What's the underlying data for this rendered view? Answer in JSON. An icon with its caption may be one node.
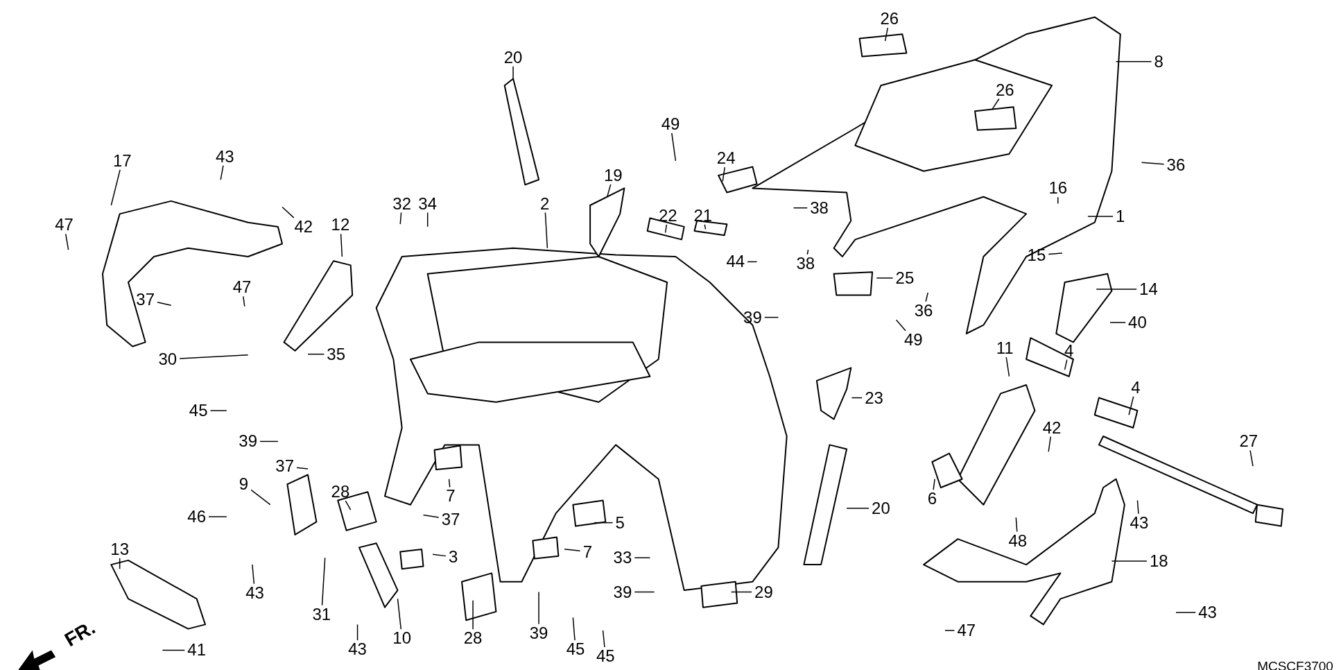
{
  "diagram": {
    "nodes": [
      {
        "text": [
          "20"
        ]
      },
      {
        "text": [
          "43"
        ]
      },
      {
        "text": [
          "17"
        ]
      },
      {
        "text": [
          "47"
        ]
      },
      {
        "text": [
          "42"
        ]
      },
      {
        "text": [
          "12"
        ]
      },
      {
        "text": [
          "32"
        ]
      },
      {
        "text": [
          "34"
        ]
      },
      {
        "text": [
          "2"
        ]
      },
      {
        "text": [
          "19"
        ]
      },
      {
        "text": [
          "49"
        ]
      },
      {
        "text": [
          "24"
        ]
      },
      {
        "text": [
          "22"
        ]
      },
      {
        "text": [
          "21"
        ]
      },
      {
        "text": [
          "26"
        ]
      },
      {
        "text": [
          "26"
        ]
      },
      {
        "text": [
          "8"
        ]
      },
      {
        "text": [
          "36"
        ]
      },
      {
        "text": [
          "16"
        ]
      },
      {
        "text": [
          "1"
        ]
      },
      {
        "text": [
          "15"
        ]
      },
      {
        "text": [
          "14"
        ]
      },
      {
        "text": [
          "40"
        ]
      },
      {
        "text": [
          "38"
        ]
      },
      {
        "text": [
          "38"
        ]
      },
      {
        "text": [
          "44"
        ]
      },
      {
        "text": [
          "25"
        ]
      },
      {
        "text": [
          "36"
        ]
      },
      {
        "text": [
          "39"
        ]
      },
      {
        "text": [
          "49"
        ]
      },
      {
        "text": [
          "11"
        ]
      },
      {
        "text": [
          "4"
        ]
      },
      {
        "text": [
          "4"
        ]
      },
      {
        "text": [
          "23"
        ]
      },
      {
        "text": [
          "27"
        ]
      },
      {
        "text": [
          "42"
        ]
      },
      {
        "text": [
          "6"
        ]
      },
      {
        "text": [
          "20"
        ]
      },
      {
        "text": [
          "43"
        ]
      },
      {
        "text": [
          "48"
        ]
      },
      {
        "text": [
          "18"
        ]
      },
      {
        "text": [
          "43"
        ]
      },
      {
        "text": [
          "47"
        ]
      },
      {
        "text": [
          "37"
        ]
      },
      {
        "text": [
          "30"
        ]
      },
      {
        "text": [
          "35"
        ]
      },
      {
        "text": [
          "45"
        ]
      },
      {
        "text": [
          "39"
        ]
      },
      {
        "text": [
          "37"
        ]
      },
      {
        "text": [
          "9"
        ]
      },
      {
        "text": [
          "28"
        ]
      },
      {
        "text": [
          "7"
        ]
      },
      {
        "text": [
          "46"
        ]
      },
      {
        "text": [
          "37"
        ]
      },
      {
        "text": [
          "5"
        ]
      },
      {
        "text": [
          "13"
        ]
      },
      {
        "text": [
          "43"
        ]
      },
      {
        "text": [
          "3"
        ]
      },
      {
        "text": [
          "7"
        ]
      },
      {
        "text": [
          "33"
        ]
      },
      {
        "text": [
          "29"
        ]
      },
      {
        "text": [
          "39"
        ]
      },
      {
        "text": [
          "31"
        ]
      },
      {
        "text": [
          "10"
        ]
      },
      {
        "text": [
          "43"
        ]
      },
      {
        "text": [
          "28"
        ]
      },
      {
        "text": [
          "39"
        ]
      },
      {
        "text": [
          "45"
        ]
      },
      {
        "text": [
          "45"
        ]
      },
      {
        "text": [
          "41"
        ]
      },
      {
        "text": [
          "47"
        ]
      }
    ],
    "edges": [
      {
        "from": 0,
        "to": null,
        "arrow": "none"
      },
      {
        "from": 1,
        "to": null,
        "arrow": "none"
      },
      {
        "from": 2,
        "to": null,
        "arrow": "none"
      },
      {
        "from": 3,
        "to": null,
        "arrow": "none"
      },
      {
        "from": 4,
        "to": null,
        "arrow": "none"
      },
      {
        "from": 5,
        "to": null,
        "arrow": "none"
      },
      {
        "from": 6,
        "to": null,
        "arrow": "none"
      },
      {
        "from": 7,
        "to": null,
        "arrow": "none"
      },
      {
        "from": 8,
        "to": null,
        "arrow": "none"
      },
      {
        "from": 9,
        "to": null,
        "arrow": "none"
      },
      {
        "from": 10,
        "to": null,
        "arrow": "none"
      },
      {
        "from": 11,
        "to": null,
        "arrow": "none"
      },
      {
        "from": 12,
        "to": null,
        "arrow": "none"
      },
      {
        "from": 13,
        "to": null,
        "arrow": "none"
      },
      {
        "from": 14,
        "to": null,
        "arrow": "none"
      },
      {
        "from": 15,
        "to": null,
        "arrow": "none"
      },
      {
        "from": 16,
        "to": null,
        "arrow": "none"
      },
      {
        "from": 17,
        "to": null,
        "arrow": "none"
      },
      {
        "from": 18,
        "to": null,
        "arrow": "none"
      },
      {
        "from": 19,
        "to": null,
        "arrow": "none"
      },
      {
        "from": 20,
        "to": null,
        "arrow": "none"
      },
      {
        "from": 21,
        "to": null,
        "arrow": "none"
      },
      {
        "from": 22,
        "to": null,
        "arrow": "none"
      },
      {
        "from": 23,
        "to": null,
        "arrow": "none"
      },
      {
        "from": 24,
        "to": null,
        "arrow": "none"
      },
      {
        "from": 25,
        "to": null,
        "arrow": "none"
      },
      {
        "from": 26,
        "to": null,
        "arrow": "none"
      },
      {
        "from": 27,
        "to": null,
        "arrow": "none"
      },
      {
        "from": 28,
        "to": null,
        "arrow": "none"
      },
      {
        "from": 29,
        "to": null,
        "arrow": "none"
      },
      {
        "from": 30,
        "to": null,
        "arrow": "none"
      },
      {
        "from": 31,
        "to": null,
        "arrow": "none"
      },
      {
        "from": 32,
        "to": null,
        "arrow": "none"
      },
      {
        "from": 33,
        "to": null,
        "arrow": "none"
      },
      {
        "from": 34,
        "to": null,
        "arrow": "none"
      },
      {
        "from": 35,
        "to": null,
        "arrow": "none"
      },
      {
        "from": 36,
        "to": null,
        "arrow": "none"
      },
      {
        "from": 37,
        "to": null,
        "arrow": "none"
      },
      {
        "from": 38,
        "to": null,
        "arrow": "none"
      },
      {
        "from": 39,
        "to": null,
        "arrow": "none"
      },
      {
        "from": 40,
        "to": null,
        "arrow": "none"
      },
      {
        "from": 41,
        "to": null,
        "arrow": "none"
      },
      {
        "from": 42,
        "to": null,
        "arrow": "none"
      },
      {
        "from": 43,
        "to": null,
        "arrow": "none"
      },
      {
        "from": 44,
        "to": null,
        "arrow": "none"
      },
      {
        "from": 45,
        "to": null,
        "arrow": "none"
      },
      {
        "from": 46,
        "to": null,
        "arrow": "none"
      },
      {
        "from": 47,
        "to": null,
        "arrow": "none"
      },
      {
        "from": 48,
        "to": null,
        "arrow": "none"
      },
      {
        "from": 49,
        "to": null,
        "arrow": "none"
      },
      {
        "from": 50,
        "to": null,
        "arrow": "none"
      },
      {
        "from": 51,
        "to": null,
        "arrow": "none"
      },
      {
        "from": 52,
        "to": null,
        "arrow": "none"
      },
      {
        "from": 53,
        "to": null,
        "arrow": "none"
      },
      {
        "from": 54,
        "to": null,
        "arrow": "none"
      },
      {
        "from": 55,
        "to": null,
        "arrow": "none"
      },
      {
        "from": 56,
        "to": null,
        "arrow": "none"
      },
      {
        "from": 57,
        "to": null,
        "arrow": "none"
      },
      {
        "from": 58,
        "to": null,
        "arrow": "none"
      },
      {
        "from": 59,
        "to": null,
        "arrow": "none"
      },
      {
        "from": 60,
        "to": null,
        "arrow": "none"
      },
      {
        "from": 61,
        "to": null,
        "arrow": "none"
      },
      {
        "from": 62,
        "to": null,
        "arrow": "none"
      },
      {
        "from": 63,
        "to": null,
        "arrow": "none"
      },
      {
        "from": 64,
        "to": null,
        "arrow": "none"
      },
      {
        "from": 65,
        "to": null,
        "arrow": "none"
      },
      {
        "from": 66,
        "to": null,
        "arrow": "none"
      },
      {
        "from": 67,
        "to": null,
        "arrow": "none"
      },
      {
        "from": 68,
        "to": null,
        "arrow": "none"
      },
      {
        "from": 69,
        "to": null,
        "arrow": "none"
      },
      {
        "from": 70,
        "to": null,
        "arrow": "none"
      }
    ],
    "labels": [
      "FR.",
      "MCSCF3700"
    ]
  }
}
